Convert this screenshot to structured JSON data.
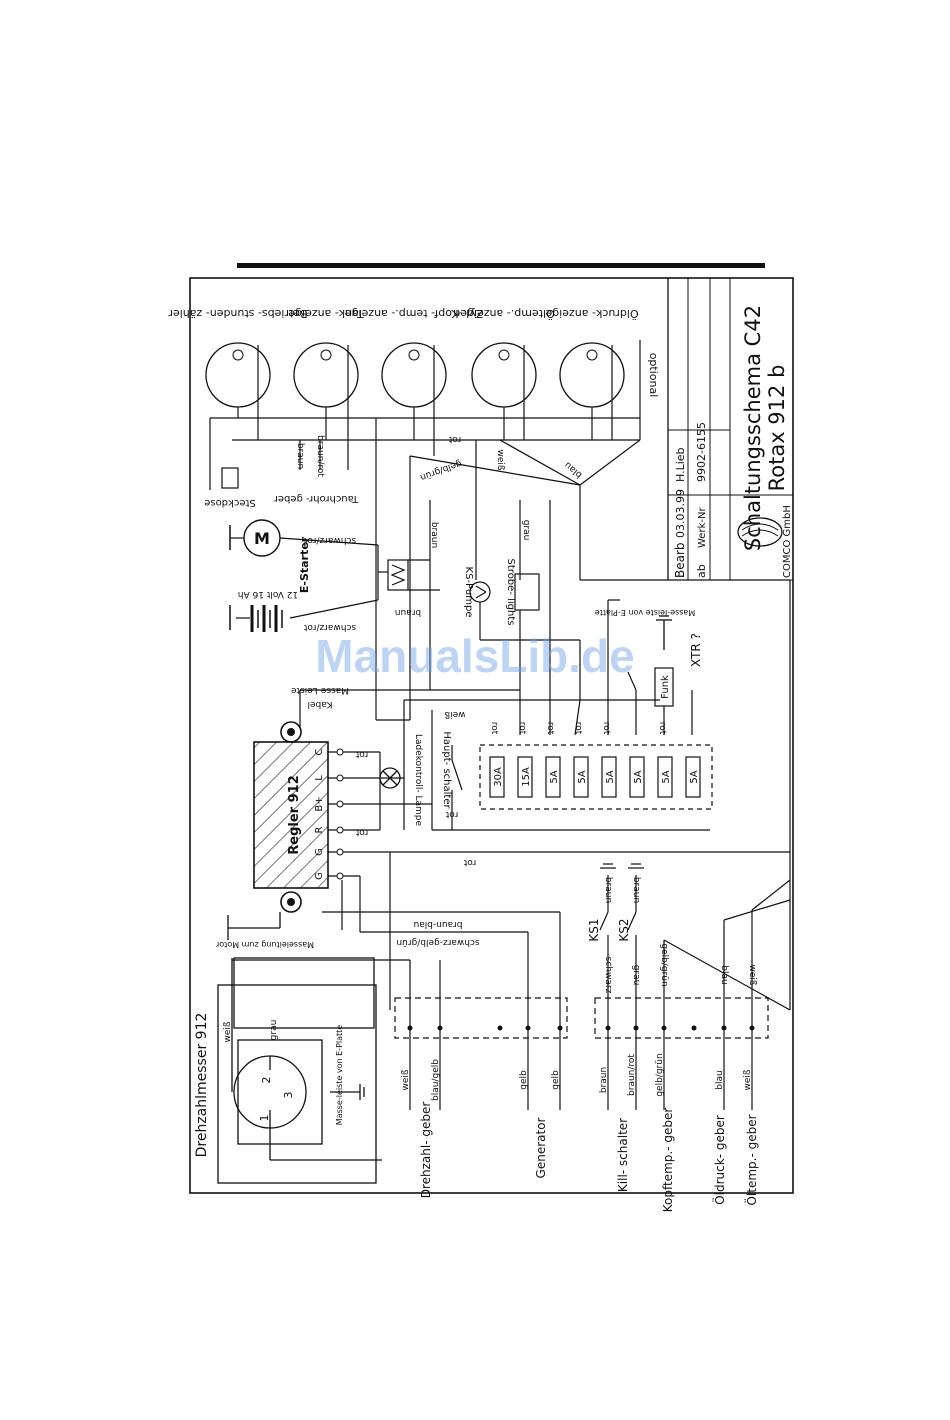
{
  "watermark": "ManualsLib.de",
  "title_block": {
    "title_line1": "Schaltungsschema C42",
    "title_line2": "Rotax 912 b",
    "bearb_label": "Bearb",
    "bearb_date": "03.03.99",
    "bearb_name": "H.Lieb",
    "ab_label": "ab",
    "werk_nr_label": "Werk-Nr",
    "werk_nr": "9902-6155",
    "company": "COMCO GmbH"
  },
  "gauges": {
    "betriebsstunden": "Betriebs- stunden- zähler",
    "tank": "Tank- anzeige",
    "zyl_kopf": "Zyl.-Kopf- temp.- anzeige",
    "oeltemp": "Öltemp.- anzeigen",
    "oeldruck": "Öldruck- anzeige",
    "optional": "optional"
  },
  "top_labels": {
    "steckdose": "Steckdose",
    "tauchrohr": "Tauchrohr- geber",
    "braun": "braun",
    "braun_rot": "braun/rot",
    "rot": "rot",
    "gelb_gruen": "gelb/grün",
    "weiss": "weiß",
    "blau": "blau",
    "grau": "grau"
  },
  "starter": {
    "motor": "M",
    "label": "E-Starter",
    "schwarz_rot": "schwarz/rot",
    "battery": "12 Volt 16 Ah",
    "braun": "braun",
    "rot": "rot"
  },
  "middle": {
    "ks_pumpe": "KS-Pumpe",
    "strobe": "Strobe- lights",
    "funk": "Funk",
    "xtr": "XTR ?",
    "masse_eplatte": "Masse-leiste von E-Platte",
    "masse_leiste": "Masse-Leiste",
    "kabel": "Kabel",
    "weiss": "weiß",
    "rot": "rot"
  },
  "fuses": [
    "30A",
    "15A",
    "5A",
    "5A",
    "5A",
    "5A",
    "5A",
    "5A"
  ],
  "regulator": {
    "label": "Regler 912",
    "terminals": [
      "C",
      "L",
      "B+",
      "R",
      "G",
      "G"
    ],
    "hauptschalter": "Haupt- schalter",
    "ladekontroll": "Ladekontroll- Lampe",
    "rot": "rot",
    "masseleitung": "Masseleitung zum Motor",
    "schwarz_gelb_gruen": "schwarz-gelb/grün",
    "braun_blau": "braun-blau"
  },
  "drehzahl": {
    "title": "Drehzahlmesser 912",
    "weiss": "weiß",
    "grau": "grau",
    "masse": "Masse-leiste von E-Platte",
    "pins": [
      "1",
      "2",
      "3"
    ]
  },
  "sensors": {
    "ks1": "KS1",
    "ks2": "KS2",
    "braun": "braun",
    "schwarz": "schwarz",
    "grau": "grau",
    "gelb_gruen": "gelb/grün",
    "blau": "blau",
    "weiss": "weiß"
  },
  "bottom_labels": {
    "drehzahlgeber": "Drehzahl- geber",
    "generator": "Generator",
    "killschalter": "Kill- schalter",
    "kopftemp": "Kopftemp.- geber",
    "oeldruck": "Öldruck- geber",
    "oeltemp": "Öltemp.- geber",
    "weiss": "weiß",
    "blau_gelb": "blau/gelb",
    "gelb": "gelb",
    "braun": "braun",
    "braun_rot": "braun/rot",
    "gelb_gruen": "gelb/grün",
    "blau": "blau"
  }
}
